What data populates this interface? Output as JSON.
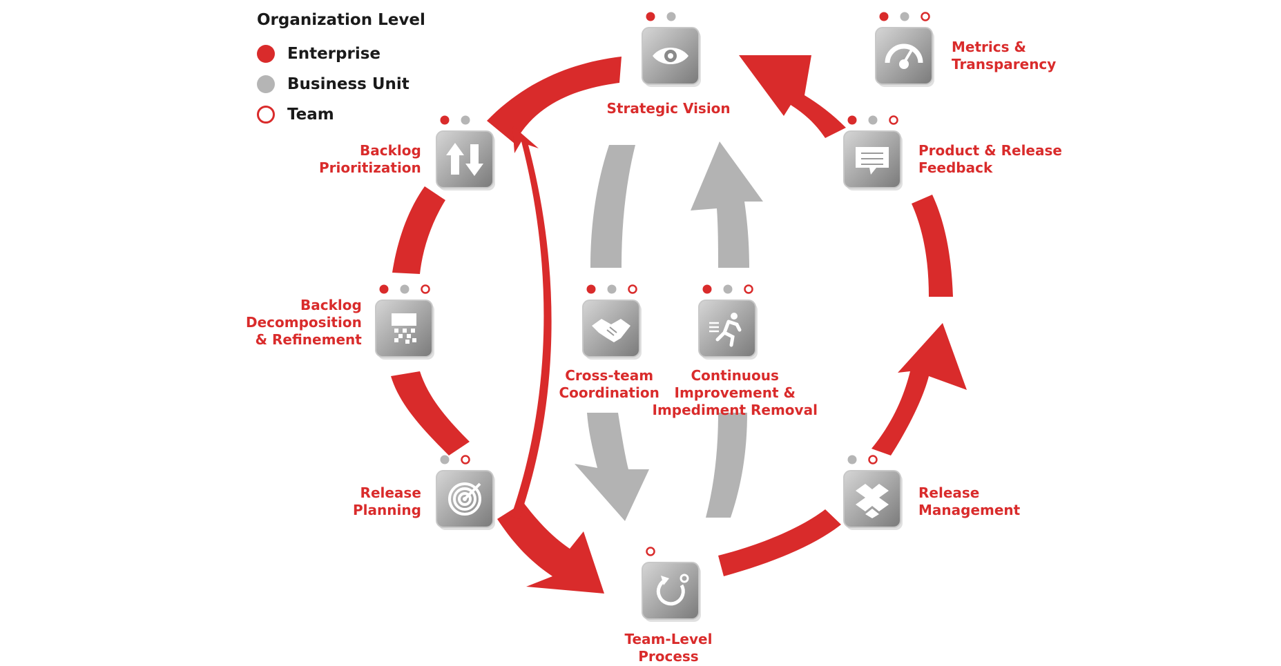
{
  "colors": {
    "enterprise": "#d92b2b",
    "business_unit": "#b5b5b5",
    "team_ring": "#d92b2b",
    "flow_red": "#d92b2b",
    "flow_gray": "#b3b3b3",
    "icon_box": "#a9a9a9"
  },
  "legend": {
    "title": "Organization Level",
    "items": [
      {
        "key": "enterprise",
        "label": "Enterprise"
      },
      {
        "key": "business_unit",
        "label": "Business Unit"
      },
      {
        "key": "team",
        "label": "Team"
      }
    ]
  },
  "nodes": [
    {
      "id": "strategic-vision",
      "lines": [
        "Strategic Vision"
      ],
      "icon": "eye-icon",
      "levels": [
        "enterprise",
        "business_unit"
      ]
    },
    {
      "id": "metrics-transparency",
      "lines": [
        "Metrics &",
        "Transparency"
      ],
      "icon": "gauge-icon",
      "levels": [
        "enterprise",
        "business_unit",
        "team"
      ]
    },
    {
      "id": "product-release-feedback",
      "lines": [
        "Product & Release",
        "Feedback"
      ],
      "icon": "chat-bubble-icon",
      "levels": [
        "enterprise",
        "business_unit",
        "team"
      ]
    },
    {
      "id": "backlog-prioritization",
      "lines": [
        "Backlog",
        "Prioritization"
      ],
      "icon": "sort-arrows-icon",
      "levels": [
        "enterprise",
        "business_unit"
      ]
    },
    {
      "id": "backlog-decomposition",
      "lines": [
        "Backlog",
        "Decomposition",
        "& Refinement"
      ],
      "icon": "pixel-breakdown-icon",
      "levels": [
        "enterprise",
        "business_unit",
        "team"
      ]
    },
    {
      "id": "cross-team-coordination",
      "lines": [
        "Cross-team",
        "Coordination"
      ],
      "icon": "handshake-icon",
      "levels": [
        "enterprise",
        "business_unit",
        "team"
      ]
    },
    {
      "id": "continuous-improvement",
      "lines": [
        "Continuous",
        "Improvement &",
        "Impediment Removal"
      ],
      "icon": "runner-icon",
      "levels": [
        "enterprise",
        "business_unit",
        "team"
      ]
    },
    {
      "id": "release-planning",
      "lines": [
        "Release",
        "Planning"
      ],
      "icon": "target-icon",
      "levels": [
        "business_unit",
        "team"
      ]
    },
    {
      "id": "release-management",
      "lines": [
        "Release",
        "Management"
      ],
      "icon": "box-layers-icon",
      "levels": [
        "business_unit",
        "team"
      ]
    },
    {
      "id": "team-level-process",
      "lines": [
        "Team-Level",
        "Process"
      ],
      "icon": "cycle-icon",
      "levels": [
        "team"
      ]
    }
  ]
}
